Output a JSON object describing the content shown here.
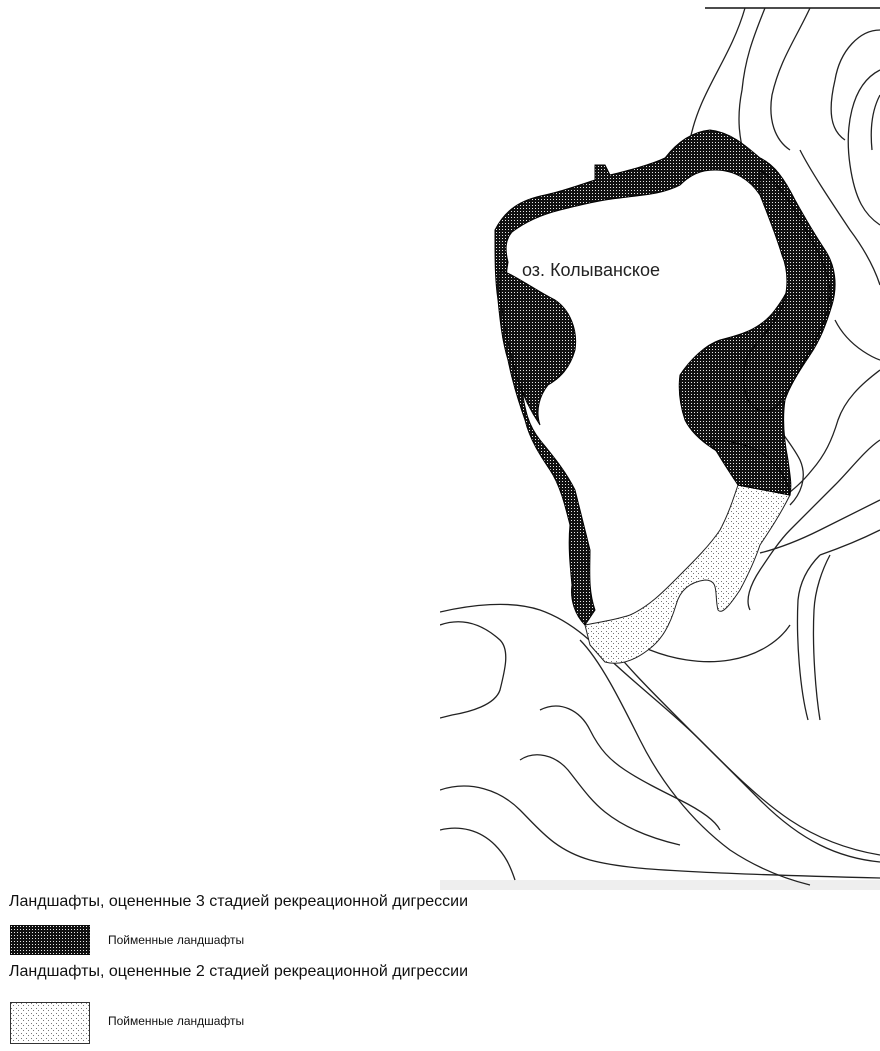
{
  "map": {
    "lake_label": "оз. Колыванское"
  },
  "legend": {
    "groups": [
      {
        "heading": "Ландшафты, оцененные 3 стадией рекреационной дигрессии",
        "item_label": "Пойменные ландшафты",
        "fill": "dark-stipple",
        "color": "#111111"
      },
      {
        "heading": "Ландшафты, оцененные 2 стадией рекреационной дигрессии",
        "item_label": "Пойменные ландшафты",
        "fill": "light-stipple",
        "color": "#8a8a8a"
      }
    ]
  }
}
